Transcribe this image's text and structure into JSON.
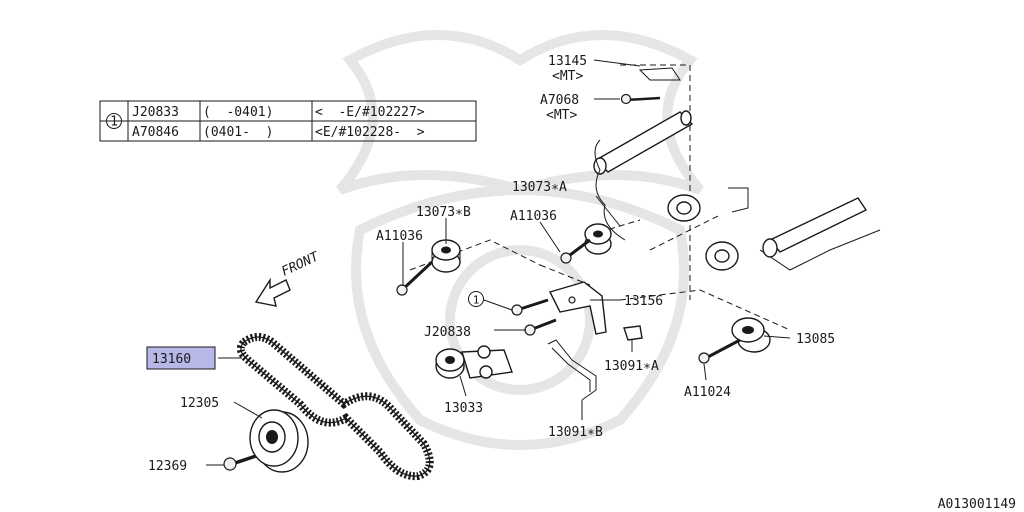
{
  "diagram_id": "A013001149",
  "front_label": "FRONT",
  "highlight_color": "#b7b7e8",
  "table": {
    "index_symbol": "1",
    "rows": [
      {
        "part": "J20833",
        "date": "(  -0401)",
        "vin": "<  -E/#102227>"
      },
      {
        "part": "A70846",
        "date": "(0401-  )",
        "vin": "<E/#102228-  >"
      }
    ]
  },
  "callouts": {
    "p13145": "13145",
    "p13145_note": "<MT>",
    "pA7068": "A7068",
    "pA7068_note": "<MT>",
    "p13073A": "13073∗A",
    "p13073B": "13073∗B",
    "pA11036_left": "A11036",
    "pA11036_mid": "A11036",
    "p1_symbol": "1",
    "p13156": "13156",
    "pJ20838": "J20838",
    "p13091A": "13091∗A",
    "p13085": "13085",
    "pA11024": "A11024",
    "p13160": "13160",
    "p12305": "12305",
    "p13033": "13033",
    "p13091B": "13091∗B",
    "p12369": "12369"
  }
}
